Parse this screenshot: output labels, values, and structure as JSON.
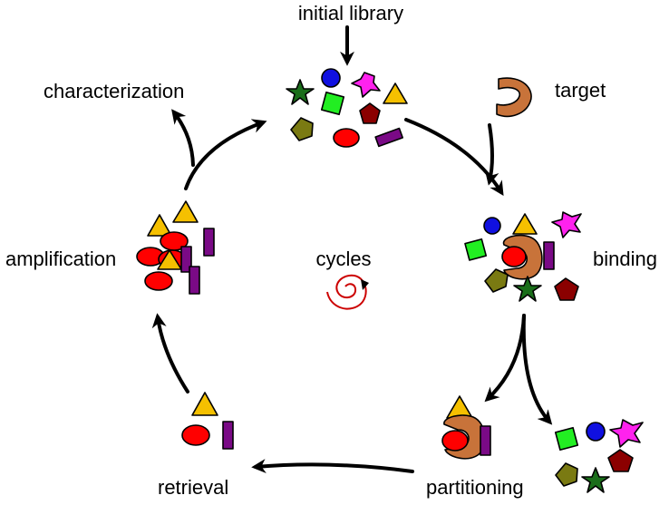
{
  "labels": {
    "initial_library": "initial library",
    "target": "target",
    "characterization": "characterization",
    "binding": "binding",
    "amplification": "amplification",
    "cycles": "cycles",
    "retrieval": "retrieval",
    "partitioning": "partitioning"
  },
  "colors": {
    "blue": "#1010e0",
    "magenta": "#ff22ee",
    "yellow": "#f5c000",
    "green_star": "#1a6e1a",
    "light_green": "#22ee22",
    "dark_red": "#8b0000",
    "olive": "#7a7a12",
    "red": "#ff0000",
    "purple": "#7a0a86",
    "target_brown": "#c8733a",
    "spiral_red": "#cc0000"
  }
}
